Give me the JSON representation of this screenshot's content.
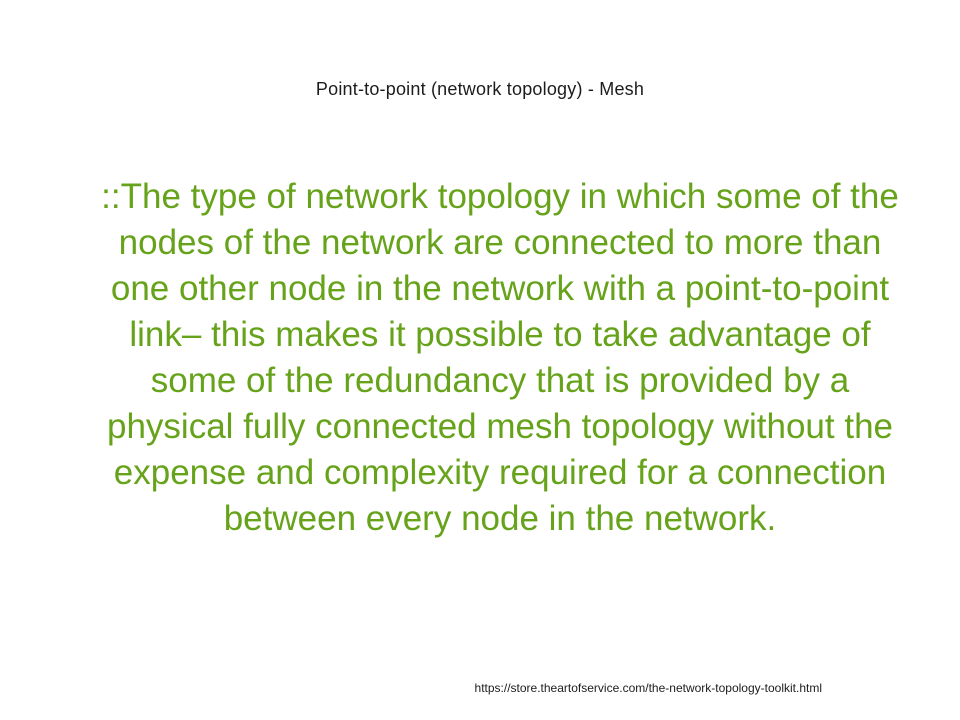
{
  "slide": {
    "title": "Point-to-point (network topology) - Mesh",
    "body": "::The type of network topology in which some of the nodes of the network are connected to more than one other node in the network with a point-to-point link– this makes it possible to take advantage of some of the redundancy that is provided by a physical fully connected mesh topology without the expense and complexity required for a connection between every node in the network.",
    "footer_url": "https://store.theartofservice.com/the-network-topology-toolkit.html"
  },
  "colors": {
    "title": "#1c1c1c",
    "body": "#66a31a",
    "footer": "#1c1c1c",
    "background": "#ffffff"
  }
}
